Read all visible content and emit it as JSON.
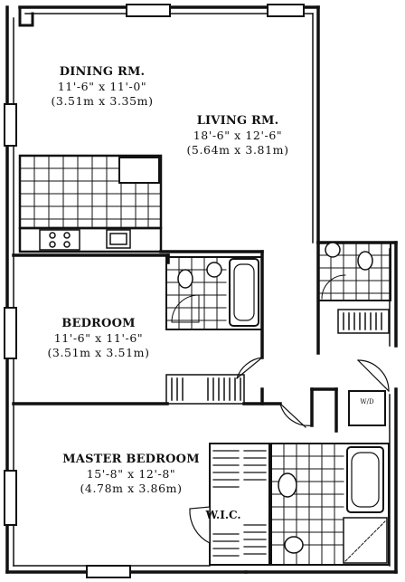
{
  "rooms": {
    "dining": {
      "name": "DINING RM.",
      "dim_imperial": "11'-6\" x 11'-0\"",
      "dim_metric": "(3.51m x 3.35m)"
    },
    "living": {
      "name": "LIVING RM.",
      "dim_imperial": "18'-6\" x 12'-6\"",
      "dim_metric": "(5.64m x 3.81m)"
    },
    "bedroom": {
      "name": "BEDROOM",
      "dim_imperial": "11'-6\" x 11'-6\"",
      "dim_metric": "(3.51m x 3.51m)"
    },
    "master": {
      "name": "MASTER BEDROOM",
      "dim_imperial": "15'-8\" x 12'-8\"",
      "dim_metric": "(4.78m x 3.86m)"
    },
    "wic": {
      "name": "W.I.C."
    }
  },
  "fixtures": {
    "washer_dryer": "W/D"
  },
  "colors": {
    "ink": "#111111",
    "paper": "#ffffff"
  }
}
